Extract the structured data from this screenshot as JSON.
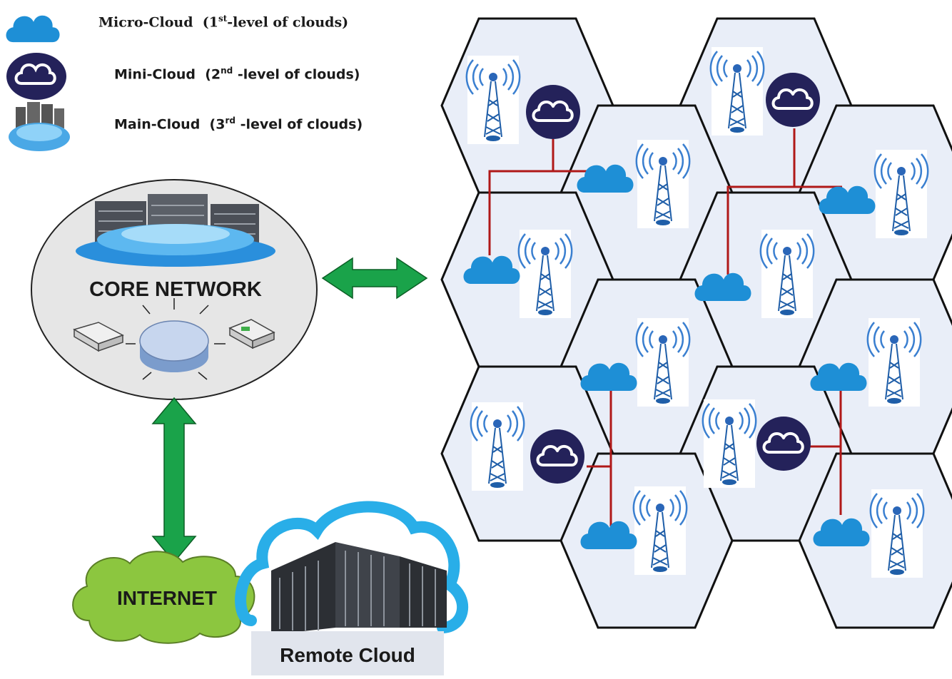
{
  "legend": {
    "micro": {
      "name": "Micro-Cloud",
      "paren_open": "(1",
      "sup": "st",
      "rest": "-level of clouds)"
    },
    "mini": {
      "name": "Mini-Cloud",
      "paren_open": "(2",
      "sup": "nd",
      "rest": " -level of clouds)"
    },
    "main": {
      "name": "Main-Cloud",
      "paren_open": "(3",
      "sup": "rd",
      "rest": " -level of clouds)"
    }
  },
  "core_network": {
    "label": "CORE NETWORK"
  },
  "internet": {
    "label": "INTERNET"
  },
  "remote_cloud": {
    "label": "Remote Cloud"
  },
  "colors": {
    "micro_cloud": "#1e8fd6",
    "mini_cloud": "#24225a",
    "cell_fill": "#e9eef8",
    "link": "#b01818",
    "arrow": "#1aa34a",
    "internet_cloud": "#8cc63f",
    "core_fill": "#e6e6e6"
  },
  "icons": [
    "cell-tower-icon",
    "micro-cloud-icon",
    "mini-cloud-icon",
    "main-cloud-icon",
    "server-icon",
    "switch-icon",
    "router-icon",
    "datacenter-icon"
  ]
}
